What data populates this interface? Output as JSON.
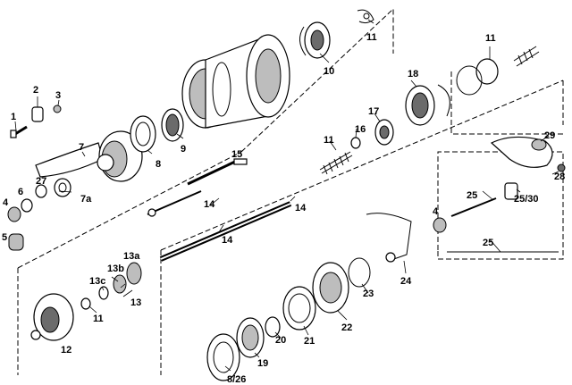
{
  "callouts": {
    "c1": "1",
    "c2": "2",
    "c3": "3",
    "c4": "4",
    "c5": "5",
    "c6": "6",
    "c7": "7",
    "c7a": "7a",
    "c8": "8",
    "c9": "9",
    "c10": "10",
    "c11_top": "11",
    "c11_right": "11",
    "c11_mid": "11",
    "c11_left": "11",
    "c12": "12",
    "c13": "13",
    "c13a": "13a",
    "c13b": "13b",
    "c13c": "13c",
    "c14_a": "14",
    "c14_b": "14",
    "c14_c": "14",
    "c15": "15",
    "c16": "16",
    "c17": "17",
    "c18": "18",
    "c19": "19",
    "c20": "20",
    "c21": "21",
    "c22": "22",
    "c23": "23",
    "c24": "24",
    "c25_a": "25",
    "c25_b": "25",
    "c25_30": "25/30",
    "c27": "27",
    "c28": "28",
    "c29": "29",
    "c4_right": "4",
    "c8_26": "8/26"
  }
}
